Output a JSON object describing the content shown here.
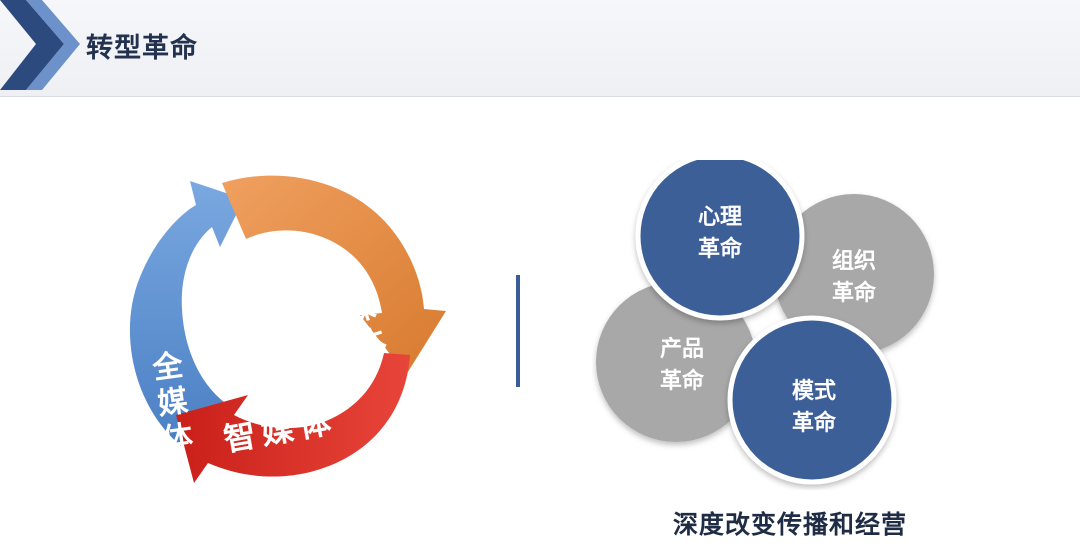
{
  "header": {
    "title": "转型革命"
  },
  "cycle": {
    "segments": [
      {
        "label": "全媒体",
        "color": "#5b8fcf"
      },
      {
        "label": "融媒体",
        "color": "#e0843f"
      },
      {
        "label": "智媒体",
        "color": "#df2f27"
      }
    ]
  },
  "petals": [
    {
      "line1": "心理",
      "line2": "革命",
      "color": "#3a5d95"
    },
    {
      "line1": "组织",
      "line2": "革命",
      "color": "#a6a6a6"
    },
    {
      "line1": "产品",
      "line2": "革命",
      "color": "#a6a6a6"
    },
    {
      "line1": "模式",
      "line2": "革命",
      "color": "#3a5d95"
    }
  ],
  "caption": "深度改变传播和经营"
}
